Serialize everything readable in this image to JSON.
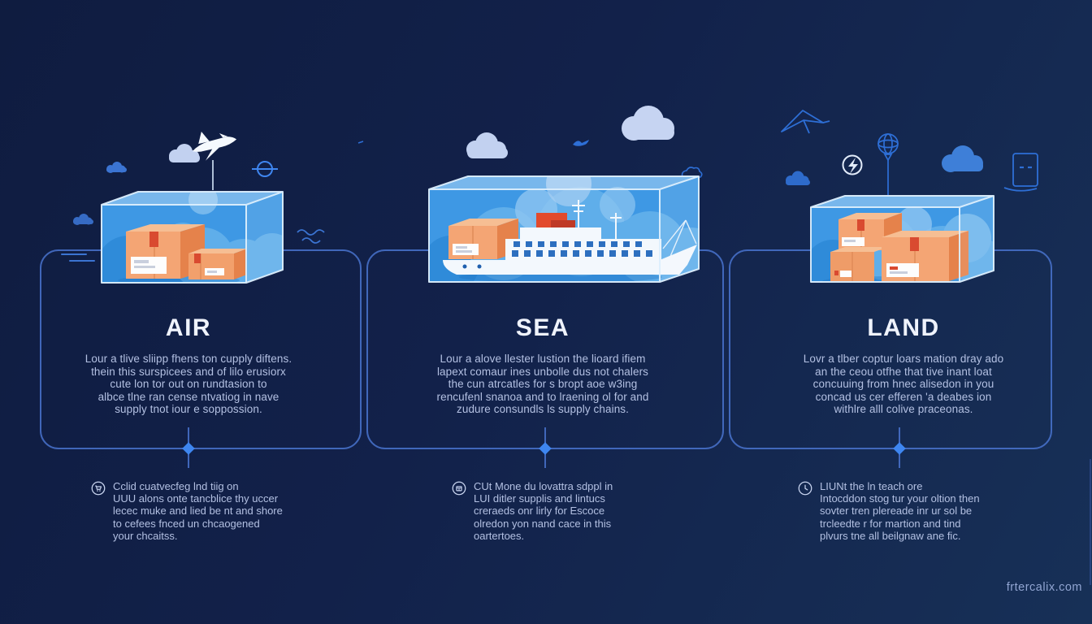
{
  "watermark": "frtercalix.com",
  "colors": {
    "background_dark": "#0f1c40",
    "background_light": "#173057",
    "panel_border": "#4a74cf",
    "node_accent": "#3e86f0",
    "glass_blue": "#3e98e4",
    "glass_edge": "#ddeffd",
    "cloud_light": "#c2d1f0",
    "cloud_medium": "#3e7fd8",
    "cardboard_face": "#f4a574",
    "cardboard_side": "#e5824b",
    "tape_red": "#d94a30",
    "ship_white": "#f3f8fd",
    "ship_window": "#2d6fbf",
    "container_red": "#e24a2c",
    "title_text": "#eff3fc",
    "body_text": "#b3c0e2",
    "watermark_text": "#91a5d2"
  },
  "icons": {
    "air": [
      "plane-icon",
      "target-icon",
      "cloud-icon",
      "speed-lines-icon",
      "waves-icon"
    ],
    "sea": [
      "cloud-icon",
      "bird-icon",
      "outline-cloud-icon",
      "ship-icon"
    ],
    "land": [
      "bird-icon",
      "bolt-badge-icon",
      "globe-balloon-icon",
      "cloud-icon",
      "document-icon"
    ],
    "notes": [
      "cart-icon",
      "package-icon",
      "clock-icon"
    ]
  },
  "columns": [
    {
      "id": "air",
      "title": "AIR",
      "description_lines": [
        "Lour a tlive sliipp fhens ton cupply diftens.",
        "thein this surspicees and of lilo erusiorx",
        "cute lon tor out on rundtasion to",
        "albce tlne ran cense ntvatiog in nave",
        "supply tnot iour e soppossion."
      ],
      "note_icon": "cart-icon",
      "note_lines": [
        "Cclid cuatvecfeg lnd tiig on",
        "UUU alons onte tancblice thy uccer",
        "lecec muke and lied be nt and shore",
        "to cefees fnced un chcaogened",
        "your chcaitss."
      ]
    },
    {
      "id": "sea",
      "title": "SEA",
      "description_lines": [
        "Lour a alove llester lustion the lioard ifiem",
        "lapext comaur ines unbolle dus not chalers",
        "the cun atrcatles for s bropt aoe w3ing",
        "rencufenl snanoa and to lraening ol for and",
        "zudure consundls ls supply chains."
      ],
      "note_icon": "package-icon",
      "note_lines": [
        "CUt Mone du lovattra sdppl in",
        "LUI ditler supplis and lintucs",
        "creraeds onr lirly for Escoce",
        "olredon yon nand cace in this",
        "oartertoes."
      ]
    },
    {
      "id": "land",
      "title": "LAND",
      "description_lines": [
        "Lovr a tlber coptur loars mation dray ado",
        "an the ceou otfhe that tive inant loat",
        "concuuing from hnec alisedon in you",
        "concad us cer efferen 'a deabes ion",
        "withlre alll colive praceonas."
      ],
      "note_icon": "clock-icon",
      "note_lines": [
        "LIUNt the ln teach ore",
        "Intocddon stog tur your oltion then",
        "sovter tren plereade inr ur sol be",
        "trcleedte r for martion and tind",
        "plvurs tne all beilgnaw ane fic."
      ]
    }
  ]
}
